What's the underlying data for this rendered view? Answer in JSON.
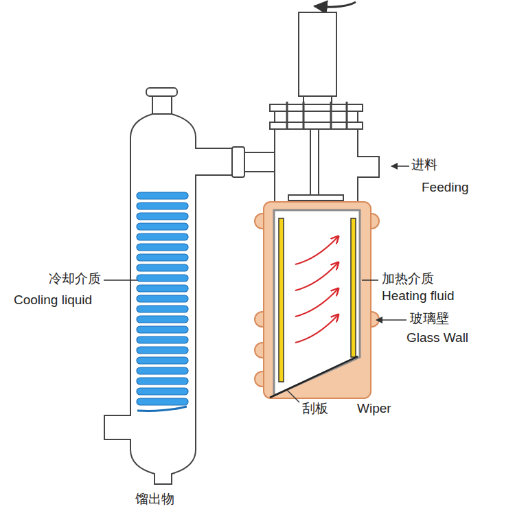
{
  "diagram": {
    "labels": [
      "进料",
      "Feeding",
      "冷却介质",
      "Cooling liquid",
      "加热介质",
      "Heating fluid",
      "玻璃壁",
      "Glass Wall",
      "刮板",
      "Wiper",
      "馏出物"
    ]
  }
}
